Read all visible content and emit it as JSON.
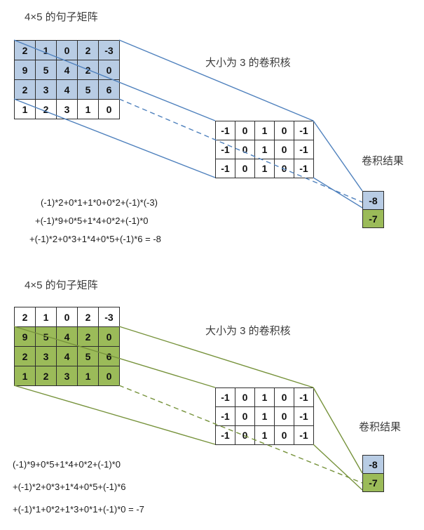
{
  "panels": [
    {
      "title": "4×5 的句子矩阵",
      "kernel_label": "大小为 3 的卷积核",
      "result_label": "卷积结果",
      "matrix": {
        "rows": [
          [
            "2",
            "1",
            "0",
            "2",
            "-3"
          ],
          [
            "9",
            "5",
            "4",
            "2",
            "0"
          ],
          [
            "2",
            "3",
            "4",
            "5",
            "6"
          ],
          [
            "1",
            "2",
            "3",
            "1",
            "0"
          ]
        ],
        "highlight_rows": [
          0,
          1,
          2
        ],
        "highlight_color": "#b8cce4"
      },
      "kernel": {
        "rows": [
          [
            "-1",
            "0",
            "1",
            "0",
            "-1"
          ],
          [
            "-1",
            "0",
            "1",
            "0",
            "-1"
          ],
          [
            "-1",
            "0",
            "1",
            "0",
            "-1"
          ]
        ]
      },
      "result": {
        "cells": [
          {
            "value": "-8",
            "color": "#b8cce4"
          },
          {
            "value": "-7",
            "color": "#9bbb59"
          }
        ]
      },
      "formula_lines": [
        "(-1)*2+0*1+1*0+0*2+(-1)*(-3)",
        "+(-1)*9+0*5+1*4+0*2+(-1)*0",
        "+(-1)*2+0*3+1*4+0*5+(-1)*6 = -8"
      ],
      "line_color": "#4f81bd"
    },
    {
      "title": "4×5 的句子矩阵",
      "kernel_label": "大小为 3 的卷积核",
      "result_label": "卷积结果",
      "matrix": {
        "rows": [
          [
            "2",
            "1",
            "0",
            "2",
            "-3"
          ],
          [
            "9",
            "5",
            "4",
            "2",
            "0"
          ],
          [
            "2",
            "3",
            "4",
            "5",
            "6"
          ],
          [
            "1",
            "2",
            "3",
            "1",
            "0"
          ]
        ],
        "highlight_rows": [
          1,
          2,
          3
        ],
        "highlight_color": "#9bbb59"
      },
      "kernel": {
        "rows": [
          [
            "-1",
            "0",
            "1",
            "0",
            "-1"
          ],
          [
            "-1",
            "0",
            "1",
            "0",
            "-1"
          ],
          [
            "-1",
            "0",
            "1",
            "0",
            "-1"
          ]
        ]
      },
      "result": {
        "cells": [
          {
            "value": "-8",
            "color": "#b8cce4"
          },
          {
            "value": "-7",
            "color": "#9bbb59"
          }
        ]
      },
      "formula_lines": [
        "(-1)*9+0*5+1*4+0*2+(-1)*0",
        "+(-1)*2+0*3+1*4+0*5+(-1)*6",
        "+(-1)*1+0*2+1*3+0*1+(-1)*0 = -7"
      ],
      "line_color": "#77933c"
    }
  ]
}
